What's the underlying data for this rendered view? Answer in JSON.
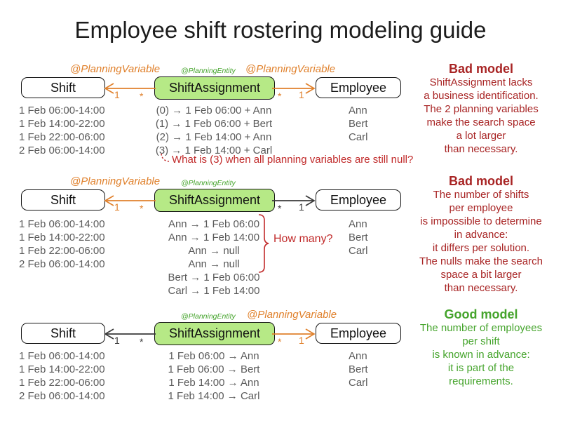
{
  "title": "Employee shift rostering modeling guide",
  "colors": {
    "accent_orange": "#e0802b",
    "entity_fill_green": "#b6e986",
    "annotation_green": "#45a42c",
    "bad_model_red": "#a82424",
    "warning_red": "#c12a2a",
    "data_gray": "#5a5a5a"
  },
  "sections": [
    {
      "annotations": {
        "left": "@PlanningVariable",
        "entity": "@PlanningEntity",
        "right": "@PlanningVariable"
      },
      "boxes": {
        "shift": "Shift",
        "assignment": "ShiftAssignment",
        "employee": "Employee"
      },
      "multiplicities": {
        "left_one": "1",
        "left_many": "*",
        "right_many": "*",
        "right_one": "1"
      },
      "shift_rows": [
        "1 Feb 06:00-14:00",
        "1 Feb 14:00-22:00",
        "1 Feb 22:00-06:00",
        "2 Feb 06:00-14:00"
      ],
      "assignment_rows": [
        "(0) → 1 Feb 06:00 + Ann",
        "(1) → 1 Feb 06:00 + Bert",
        "(2) → 1 Feb 14:00 + Ann",
        "(3) → 1 Feb 14:00 + Carl"
      ],
      "employee_rows": [
        "Ann",
        "Bert",
        "Carl"
      ],
      "note": "What is (3) when all planning variables are still null?",
      "comment": {
        "heading": "Bad model",
        "lines": [
          "ShiftAssignment lacks",
          "a business identification.",
          "The 2 planning variables",
          "make the search space",
          "a lot larger",
          "than necessary."
        ]
      }
    },
    {
      "annotations": {
        "left": "@PlanningVariable",
        "entity": "@PlanningEntity"
      },
      "boxes": {
        "shift": "Shift",
        "assignment": "ShiftAssignment",
        "employee": "Employee"
      },
      "multiplicities": {
        "left_one": "1",
        "left_many": "*",
        "right_many": "*",
        "right_one": "1"
      },
      "shift_rows": [
        "1 Feb 06:00-14:00",
        "1 Feb 14:00-22:00",
        "1 Feb 22:00-06:00",
        "2 Feb 06:00-14:00"
      ],
      "assignment_rows": [
        "Ann → 1 Feb 06:00",
        "Ann → 1 Feb 14:00",
        "Ann → null",
        "Ann → null",
        "Bert → 1 Feb 06:00",
        "Carl → 1 Feb 14:00"
      ],
      "employee_rows": [
        "Ann",
        "Bert",
        "Carl"
      ],
      "brace_label": "How many?",
      "comment": {
        "heading": "Bad model",
        "lines": [
          "The number of shifts",
          "per employee",
          "is impossible to determine",
          "in advance:",
          "it differs per solution.",
          "The nulls make the search",
          "space a bit larger",
          "than necessary."
        ]
      }
    },
    {
      "annotations": {
        "entity": "@PlanningEntity",
        "right": "@PlanningVariable"
      },
      "boxes": {
        "shift": "Shift",
        "assignment": "ShiftAssignment",
        "employee": "Employee"
      },
      "multiplicities": {
        "left_one": "1",
        "left_many": "*",
        "right_many": "*",
        "right_one": "1"
      },
      "shift_rows": [
        "1 Feb 06:00-14:00",
        "1 Feb 14:00-22:00",
        "1 Feb 22:00-06:00",
        "2 Feb 06:00-14:00"
      ],
      "assignment_rows": [
        "1 Feb 06:00 → Ann",
        "1 Feb 06:00 → Bert",
        "1 Feb 14:00 → Ann",
        "1 Feb 14:00 → Carl"
      ],
      "employee_rows": [
        "Ann",
        "Bert",
        "Carl"
      ],
      "comment": {
        "heading": "Good model",
        "lines": [
          "The number of employees",
          "per shift",
          "is known in advance:",
          "it is part of the",
          "requirements."
        ]
      }
    }
  ]
}
